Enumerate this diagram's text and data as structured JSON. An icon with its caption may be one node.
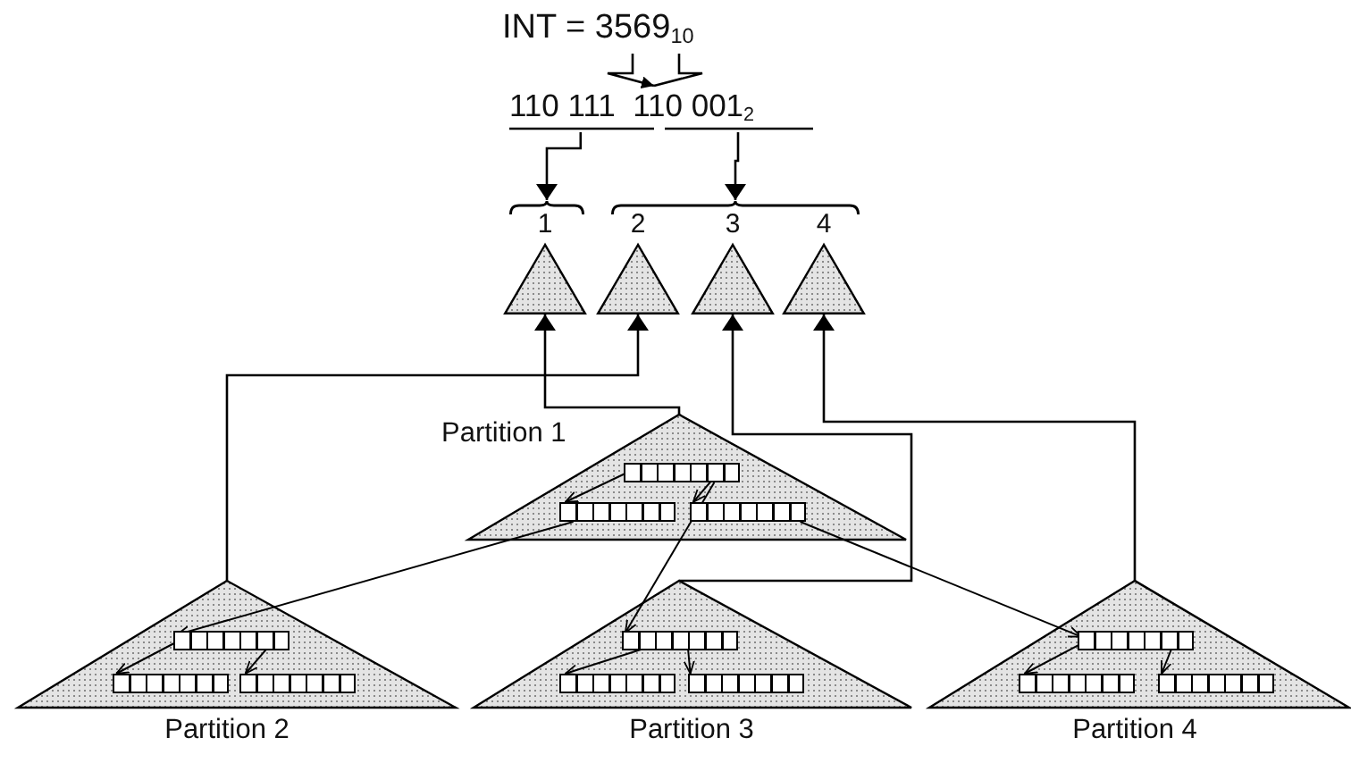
{
  "diagram": {
    "nodes": [
      {
        "text": [
          "INT = 3569$_{10}$"
        ]
      },
      {
        "text": [
          "110 111  110 001$_{2}$"
        ]
      },
      {
        "text": [],
        "shape": "brace"
      },
      {
        "text": [],
        "shape": "brace"
      },
      {
        "text": [
          "1"
        ]
      },
      {
        "text": [
          "2"
        ]
      },
      {
        "text": [
          "3"
        ]
      },
      {
        "text": [
          "4"
        ]
      },
      {
        "text": [
          "Partition 1"
        ]
      },
      {
        "text": [],
        "shape": "bar",
        "in": 8
      },
      {
        "text": [],
        "shape": "bar",
        "in": 8
      },
      {
        "text": [],
        "shape": "bar",
        "in": 8
      },
      {
        "text": [
          "Partition 2"
        ]
      },
      {
        "text": [],
        "shape": "bar",
        "in": 12
      },
      {
        "text": [],
        "shape": "bar",
        "in": 12
      },
      {
        "text": [],
        "shape": "bar",
        "in": 12
      },
      {
        "text": [
          "Partition 3"
        ]
      },
      {
        "text": [],
        "shape": "bar",
        "in": 16
      },
      {
        "text": [],
        "shape": "bar",
        "in": 16
      },
      {
        "text": [],
        "shape": "bar",
        "in": 16
      },
      {
        "text": [
          "Partition 4"
        ]
      },
      {
        "text": [],
        "shape": "bar",
        "in": 20
      },
      {
        "text": [],
        "shape": "bar",
        "in": 20
      },
      {
        "text": [],
        "shape": "bar",
        "in": 20
      }
    ],
    "edges": [
      {
        "from": 0,
        "to": 1,
        "arrow": "to"
      },
      {
        "from": 1,
        "to": 2,
        "arrow": "to"
      },
      {
        "from": 1,
        "to": 3,
        "arrow": "to"
      },
      {
        "from": 8,
        "to": 4,
        "arrow": "to"
      },
      {
        "from": 12,
        "to": 5,
        "arrow": "to"
      },
      {
        "from": 16,
        "to": 6,
        "arrow": "to"
      },
      {
        "from": 20,
        "to": 7,
        "arrow": "to"
      },
      {
        "from": 9,
        "to": 10,
        "arrow": "to"
      },
      {
        "from": 9,
        "to": 11,
        "arrow": "to"
      },
      {
        "from": 10,
        "to": 13,
        "arrow": "to"
      },
      {
        "from": 9,
        "to": 17,
        "arrow": "to"
      },
      {
        "from": 11,
        "to": 21,
        "arrow": "to"
      },
      {
        "from": 13,
        "to": 14,
        "arrow": "to"
      },
      {
        "from": 13,
        "to": 15,
        "arrow": "to"
      },
      {
        "from": 17,
        "to": 18,
        "arrow": "to"
      },
      {
        "from": 17,
        "to": 19,
        "arrow": "to"
      },
      {
        "from": 21,
        "to": 22,
        "arrow": "to"
      },
      {
        "from": 21,
        "to": 23,
        "arrow": "to"
      }
    ]
  }
}
